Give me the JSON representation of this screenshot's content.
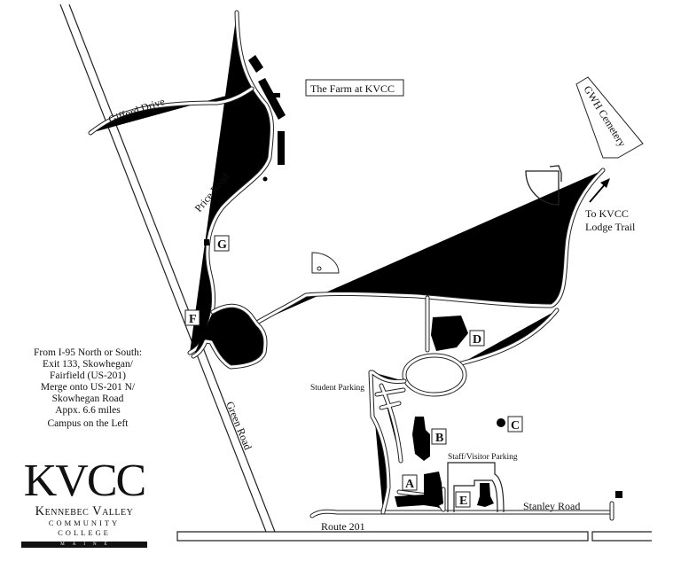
{
  "map": {
    "roads": {
      "gifford": "Gifford Drive",
      "price": "Price Road",
      "green": "Green Road",
      "route201": "Route 201",
      "stanley": "Stanley Road"
    },
    "places": {
      "farm": "The Farm at KVCC",
      "cemetery": "GWH Cemetery",
      "lodge_line1": "To KVCC",
      "lodge_line2": "Lodge Trail",
      "student_parking": "Student Parking",
      "staff_parking": "Staff/Visitor Parking"
    },
    "buildings": [
      "A",
      "B",
      "C",
      "D",
      "E",
      "F",
      "G"
    ]
  },
  "directions": [
    "From I-95 North or South:",
    "Exit 133, Skowhegan/",
    "Fairfield (US-201)",
    "Merge onto US-201 N/",
    "Skowhegan Road",
    "Appx. 6.6 miles",
    "Campus on the Left"
  ],
  "logo": {
    "mark": "KVCC",
    "name": "Kennebec Valley",
    "sub": "Community College",
    "state": "MAINE"
  }
}
